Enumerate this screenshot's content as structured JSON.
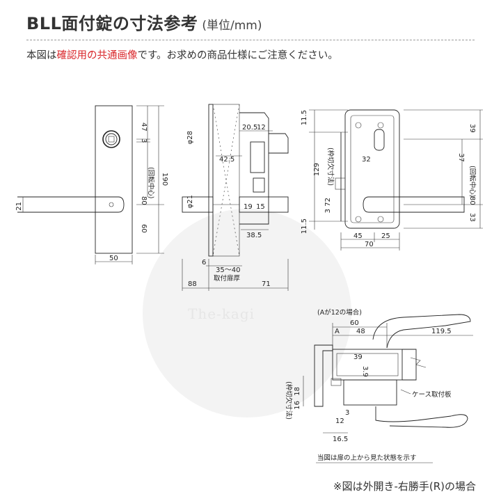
{
  "header": {
    "title": "BLL面付錠の寸法参考",
    "unit": "(単位/mm)",
    "subtitle_pre": "本図は",
    "subtitle_highlight": "確認用の共通画像",
    "subtitle_post": "です。お求めの商品仕様にご注意ください。"
  },
  "watermark": "The-kagi",
  "front_view": {
    "dims": {
      "d47": "47",
      "d3": "3",
      "d190": "190",
      "d80": "80",
      "d60": "60",
      "d21": "21",
      "d50": "50"
    },
    "rotation_center_label": "(回転中心)"
  },
  "side_view": {
    "dims": {
      "d20_5": "20.5",
      "d12": "12",
      "phi28": "φ28",
      "d42_5": "42.5",
      "phi21": "φ21",
      "d19": "19",
      "d15": "15",
      "d38_5": "38.5",
      "d6": "6",
      "d35_40": "35～40",
      "d88": "88",
      "d71": "71"
    },
    "door_thickness_label": "取付扉厚"
  },
  "back_view": {
    "dims": {
      "d11_5a": "11.5",
      "d11_5b": "11.5",
      "d39": "39",
      "d32": "32",
      "d37": "37",
      "d129": "129",
      "d72": "72",
      "d3": "3",
      "d80": "80",
      "d33": "33",
      "d45": "45",
      "d25": "25",
      "d70": "70"
    },
    "cutout_label": "(枠切欠寸法)",
    "rotation_center_label": "(回転中心)"
  },
  "top_view": {
    "a12_label": "(Aが12の場合)",
    "dims": {
      "d60": "60",
      "dA": "A",
      "d48": "48",
      "d119_5": "119.5",
      "d39": "39",
      "d3_9": "3.9",
      "d16": "16",
      "d18": "18",
      "d3": "3",
      "d12": "12",
      "d16_5": "16.5"
    },
    "cutout_label": "(枠切欠寸法)",
    "case_label": "ケース取付板",
    "caption": "当図は扉の上から見た状態を示す"
  },
  "footer_note": "※図は外開き-右勝手(R)の場合"
}
